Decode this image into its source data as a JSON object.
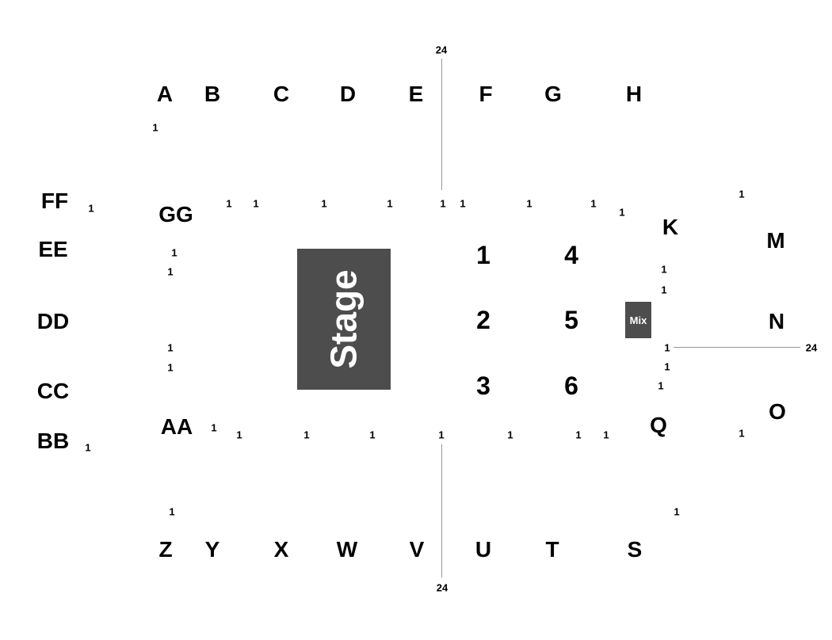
{
  "stage": {
    "label": "Stage"
  },
  "mix": {
    "label": "Mix"
  },
  "sections": {
    "top": [
      "A",
      "B",
      "C",
      "D",
      "E",
      "F",
      "G",
      "H"
    ],
    "bottom": [
      "Z",
      "Y",
      "X",
      "W",
      "V",
      "U",
      "T",
      "S"
    ],
    "left": [
      "FF",
      "EE",
      "DD",
      "CC",
      "BB"
    ],
    "right": [
      "K",
      "M",
      "N",
      "O",
      "Q"
    ],
    "inner": [
      "GG",
      "AA"
    ],
    "floor": [
      "1",
      "2",
      "3",
      "4",
      "5",
      "6"
    ]
  },
  "seat_marker": "1",
  "edge_marker": "24",
  "colors": {
    "block": "#4d4d4d",
    "divider": "#999999",
    "text": "#000000"
  }
}
